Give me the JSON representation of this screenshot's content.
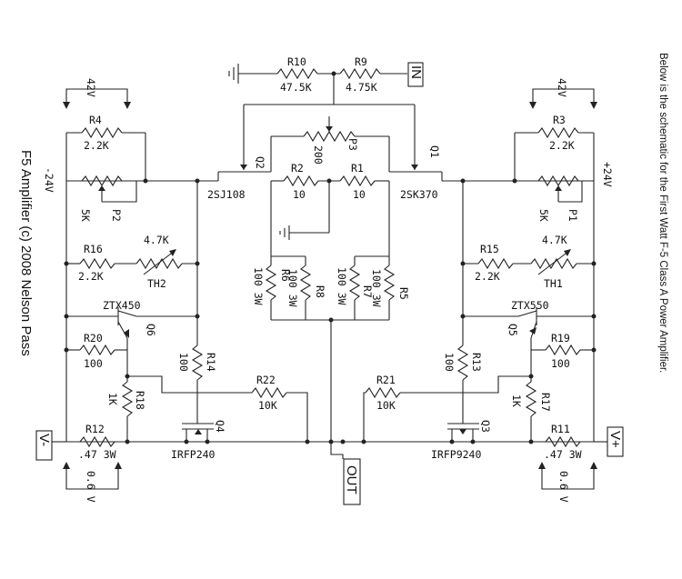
{
  "caption": "Below is the schematic for the First Watt F-5 Class A Power Amplifier.",
  "title": "F5 Amplifier (c) 2008 Nelson Pass",
  "ports": {
    "in": "IN",
    "out": "OUT",
    "v_plus": "V+",
    "v_minus": "V-"
  },
  "rails": {
    "plus_24": "+24V",
    "minus_24": "-24V",
    "left_42": "42V",
    "right_42": "42V",
    "left_06": "0.6 V",
    "right_06": "0.6 V"
  },
  "components": {
    "R10": {
      "ref": "R10",
      "value": "47.5K"
    },
    "R9": {
      "ref": "R9",
      "value": "4.75K"
    },
    "R2": {
      "ref": "R2",
      "value": "10"
    },
    "R1": {
      "ref": "R1",
      "value": "10"
    },
    "P3": {
      "ref": "P3",
      "value": "200"
    },
    "Q2": {
      "ref": "Q2",
      "value": "2SJ108"
    },
    "Q1": {
      "ref": "Q1",
      "value": "2SK370"
    },
    "R4": {
      "ref": "R4",
      "value": "2.2K"
    },
    "R3": {
      "ref": "R3",
      "value": "2.2K"
    },
    "P2": {
      "ref": "P2",
      "value": "5K"
    },
    "P1": {
      "ref": "P1",
      "value": "5K"
    },
    "R16": {
      "ref": "R16",
      "value": "2.2K"
    },
    "R15": {
      "ref": "R15",
      "value": "2.2K"
    },
    "TH2": {
      "ref": "TH2",
      "value": "4.7K"
    },
    "TH1": {
      "ref": "TH1",
      "value": "4.7K"
    },
    "R6": {
      "ref": "R6",
      "value": "100 3W"
    },
    "R8": {
      "ref": "R8",
      "value": "100 3W"
    },
    "R7": {
      "ref": "R7",
      "value": "100 3W"
    },
    "R5": {
      "ref": "R5",
      "value": "100 3W"
    },
    "Q6": {
      "ref": "Q6",
      "value": "ZTX450"
    },
    "Q5": {
      "ref": "Q5",
      "value": "ZTX550"
    },
    "R20": {
      "ref": "R20",
      "value": "100"
    },
    "R19": {
      "ref": "R19",
      "value": "100"
    },
    "R14": {
      "ref": "R14",
      "value": "100"
    },
    "R13": {
      "ref": "R13",
      "value": "100"
    },
    "R22": {
      "ref": "R22",
      "value": "10K"
    },
    "R21": {
      "ref": "R21",
      "value": "10K"
    },
    "R18": {
      "ref": "R18",
      "value": "1K"
    },
    "R17": {
      "ref": "R17",
      "value": "1K"
    },
    "Q4": {
      "ref": "Q4",
      "value": "IRFP240"
    },
    "Q3": {
      "ref": "Q3",
      "value": "IRFP9240"
    },
    "R12": {
      "ref": "R12",
      "value": ".47 3W"
    },
    "R11": {
      "ref": "R11",
      "value": ".47 3W"
    }
  }
}
